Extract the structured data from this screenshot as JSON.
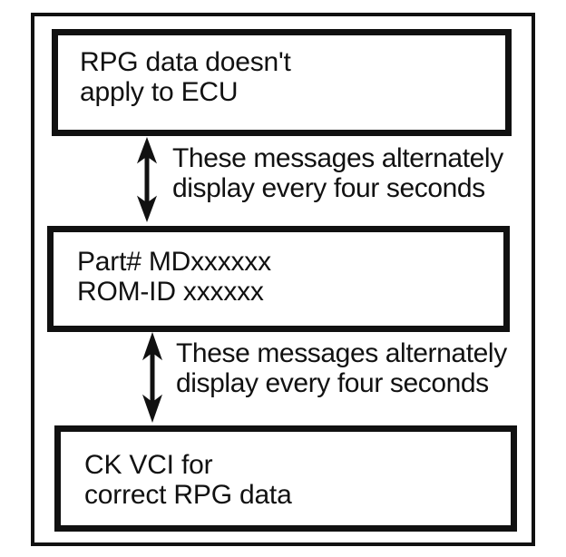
{
  "diagram": {
    "colors": {
      "ink": "#111111",
      "background": "#ffffff"
    },
    "boxes": [
      {
        "line1": "RPG data doesn't",
        "line2": "apply to ECU"
      },
      {
        "line1": "Part# MDxxxxxx",
        "line2": "ROM-ID xxxxxx"
      },
      {
        "line1": "CK VCI for",
        "line2": "correct RPG data"
      }
    ],
    "connectors": [
      {
        "icon": "double-vertical-arrow-icon",
        "line1": "These messages alternately",
        "line2": "display every four seconds"
      },
      {
        "icon": "double-vertical-arrow-icon",
        "line1": "These messages alternately",
        "line2": "display every four seconds"
      }
    ]
  }
}
